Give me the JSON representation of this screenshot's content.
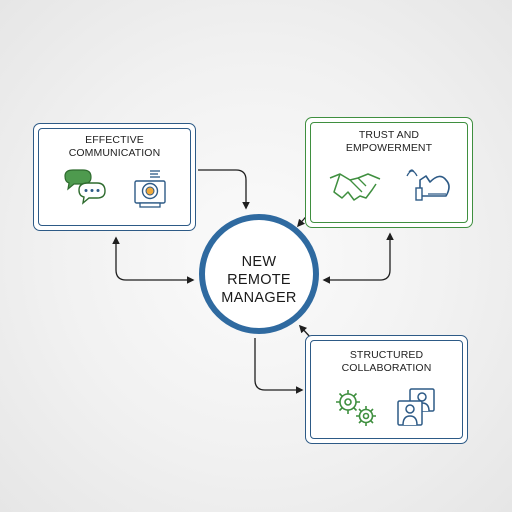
{
  "hub": {
    "lines": [
      "NEW",
      "REMOTE",
      "MANAGER"
    ],
    "border_color": "#2f6aa0"
  },
  "boxes": {
    "communication": {
      "lines": [
        "EFFECTIVE",
        "COMMUNICATION"
      ],
      "border_color": "#2d5a86",
      "icons": [
        "chat-bubbles-icon",
        "webcam-icon"
      ]
    },
    "trust": {
      "lines": [
        "TRUST AND",
        "EMPOWERMENT"
      ],
      "border_color": "#3f8f3f",
      "icons": [
        "handshake-icon",
        "flexed-arm-icon"
      ]
    },
    "collaboration": {
      "lines": [
        "STRUCTURED",
        "COLLABORATION"
      ],
      "border_color": "#2d5a86",
      "icons": [
        "gears-icon",
        "video-call-icon"
      ]
    }
  },
  "colors": {
    "arrow": "#1f1f1f",
    "icon_green": "#3f8f3f",
    "icon_blue": "#2d5a86"
  }
}
